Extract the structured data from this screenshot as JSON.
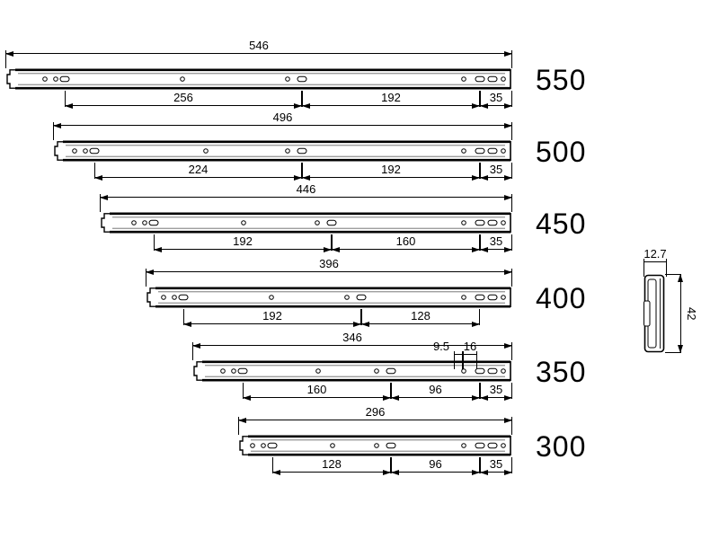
{
  "colors": {
    "background": "#ffffff",
    "line": "#000000"
  },
  "rails": [
    {
      "size": "550",
      "overall": "546",
      "segs": [
        "256",
        "192",
        "35"
      ]
    },
    {
      "size": "500",
      "overall": "496",
      "segs": [
        "224",
        "192",
        "35"
      ]
    },
    {
      "size": "450",
      "overall": "446",
      "segs": [
        "192",
        "160",
        "35"
      ]
    },
    {
      "size": "400",
      "overall": "396",
      "segs": [
        "192",
        "128"
      ]
    },
    {
      "size": "350",
      "overall": "346",
      "segs": [
        "160",
        "96",
        "35"
      ],
      "detail_a": "9.5",
      "detail_b": "16"
    },
    {
      "size": "300",
      "overall": "296",
      "segs": [
        "128",
        "96",
        "35"
      ]
    }
  ],
  "cross_section": {
    "width": "12.7",
    "height": "42"
  }
}
